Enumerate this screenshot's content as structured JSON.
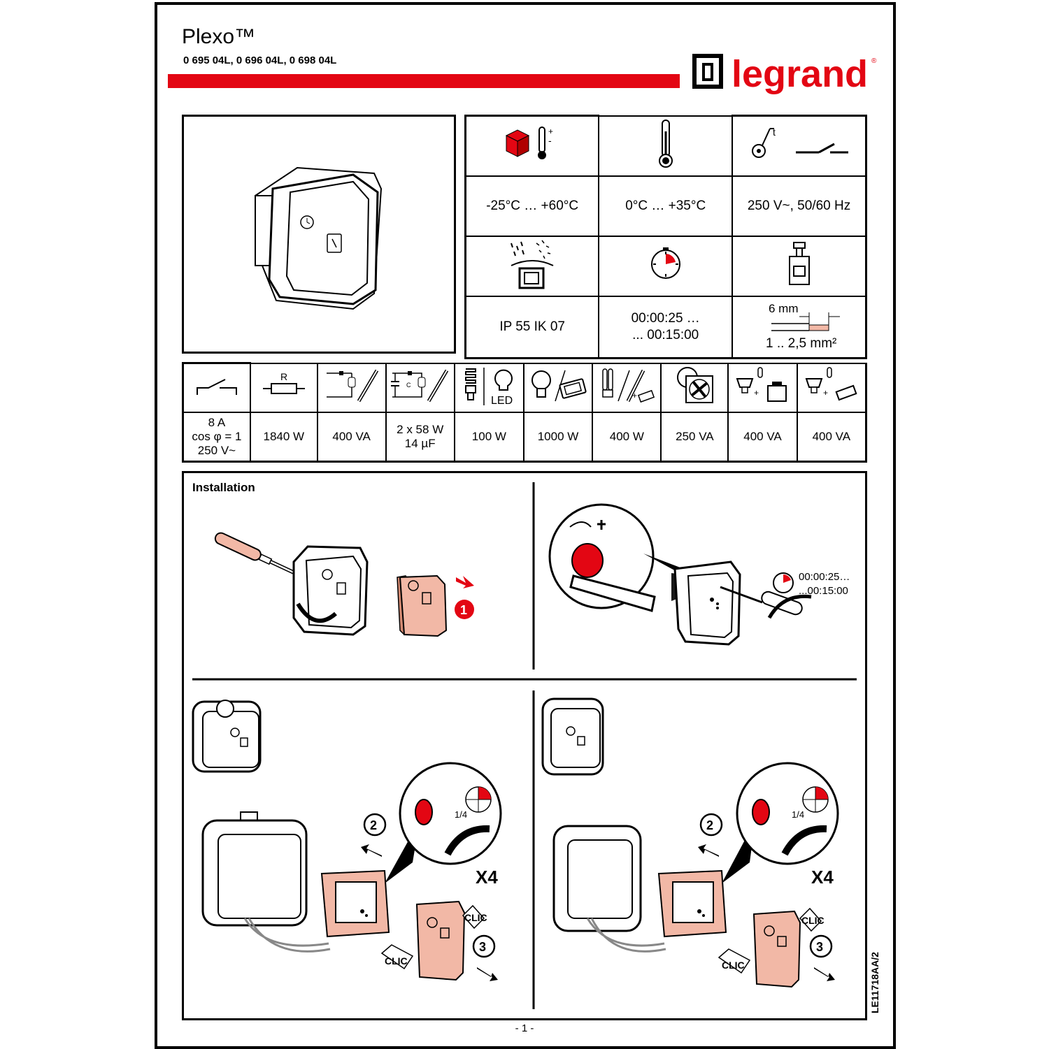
{
  "header": {
    "title": "Plexo™",
    "references": "0 695 04L, 0 696 04L, 0 698 04L",
    "brand": "legrand"
  },
  "spec_table": {
    "storage_temperature": "-25°C … +60°C",
    "operating_temperature": "0°C … +35°C",
    "supply": "250 V~, 50/60 Hz",
    "protection": "IP 55 IK 07",
    "timer_range_1": "00:00:25 …",
    "timer_range_2": "... 00:15:00",
    "strip_length": "6 mm",
    "cable_section": "1 .. 2,5 mm²"
  },
  "loads_table": {
    "icon_labels": {
      "resistor": "R",
      "capacitor": "C",
      "led": "LED"
    },
    "values": [
      [
        "8 A",
        "cos φ = 1",
        "250 V~"
      ],
      [
        "1840 W"
      ],
      [
        "400 VA"
      ],
      [
        "2 x 58 W",
        "14 µF"
      ],
      [
        "100 W"
      ],
      [
        "1000 W"
      ],
      [
        "400 W"
      ],
      [
        "250 VA"
      ],
      [
        "400 VA"
      ],
      [
        "400 VA"
      ]
    ]
  },
  "installation": {
    "title": "Installation",
    "timer_1": "00:00:25…",
    "timer_2": "...00:15:00",
    "step_1": "1",
    "step_2": "2",
    "step_3": "3",
    "quarter": "1/4",
    "times": "X4",
    "clic": "CLIC"
  },
  "footer": {
    "doc_ref": "LE11718AA/2",
    "page": "- 1 -"
  },
  "colors": {
    "brand_red": "#e30613",
    "product_pink": "#f2b8a6"
  }
}
